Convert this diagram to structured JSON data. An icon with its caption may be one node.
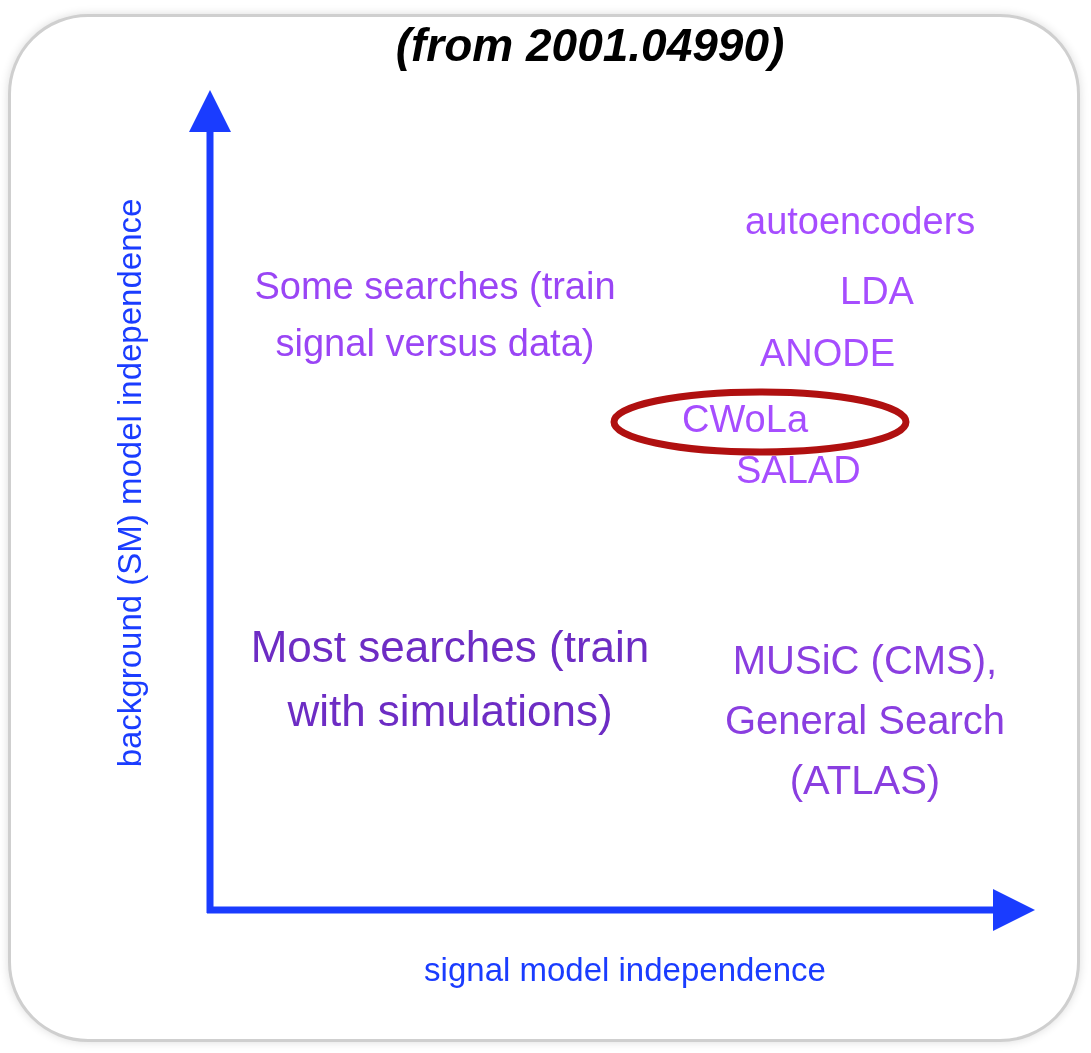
{
  "diagram": {
    "title": "(from 2001.04990)",
    "nodes": [
      {
        "text": [
          "CWoLa"
        ]
      }
    ],
    "edges": [],
    "labels": [
      "background (SM) model independence",
      "autoencoders",
      "Some searches (train signal versus data)",
      "LDA",
      "ANODE",
      "SALAD",
      "Most searches (train with simulations)",
      "MUSiC (CMS), General Search (ATLAS)",
      "signal model independence"
    ]
  }
}
